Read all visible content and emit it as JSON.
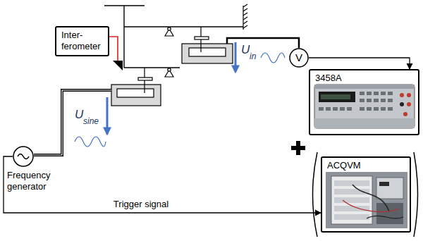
{
  "diagram": {
    "nodes": [
      {
        "text": [
          "Inter- ferometer"
        ]
      },
      {
        "text": [
          "Frequency generator"
        ]
      },
      {
        "text": [
          "V"
        ]
      },
      {
        "text": [
          "3458A"
        ]
      },
      {
        "text": [
          "ACQVM"
        ]
      }
    ],
    "edges": [
      {
        "from": 2,
        "to": 3,
        "arrow": "to"
      },
      {
        "from": 1,
        "to": 4,
        "arrow": "to",
        "label": "Trigger signal"
      }
    ],
    "labels": [
      "U",
      "sine",
      "U",
      "in"
    ]
  }
}
